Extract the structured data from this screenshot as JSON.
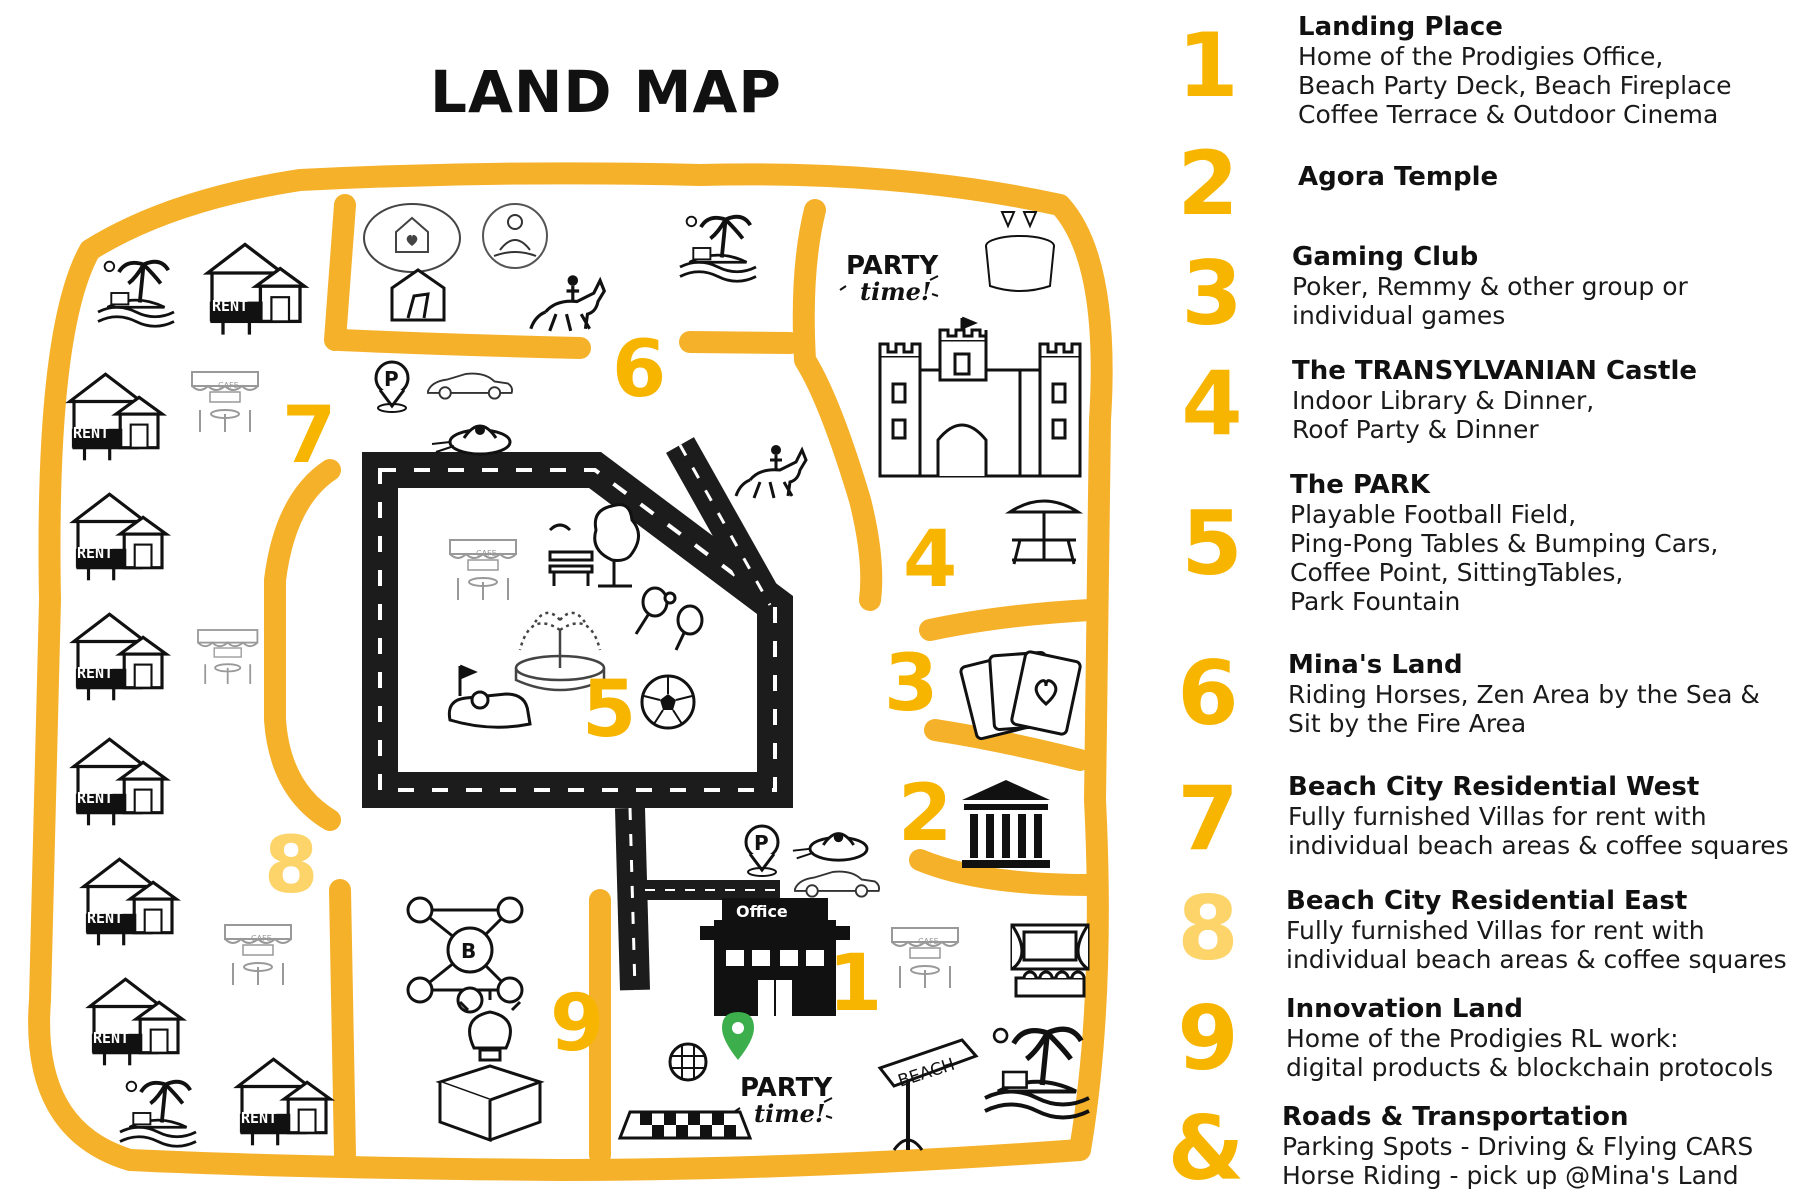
{
  "map_title": "LAND MAP",
  "colors": {
    "accent": "#f7b500",
    "accent_pale": "#fcd46a",
    "road": "#1c1c1c",
    "text": "#111111"
  },
  "map_labels": {
    "n1": "1",
    "n2": "2",
    "n3": "3",
    "n4": "4",
    "n5": "5",
    "n6": "6",
    "n7": "7",
    "n8": "8",
    "n9": "9"
  },
  "signs": {
    "rent": "RENT",
    "office": "Office",
    "cafe": "CAFE",
    "party_line1": "PARTY",
    "party_line2": "time!",
    "beach": "BEACH"
  },
  "icons": [
    "island-palm-icon",
    "rent-house-icon",
    "heart-house-thought-icon",
    "meditation-icon",
    "horse-rider-icon",
    "party-time-icon",
    "dinner-table-icon",
    "castle-icon",
    "parking-pin-icon",
    "car-icon",
    "flying-saucer-icon",
    "cafe-icon",
    "bench-icon",
    "tree-icon",
    "fountain-icon",
    "ping-pong-icon",
    "bumper-car-icon",
    "soccer-ball-icon",
    "picnic-table-icon",
    "playing-cards-icon",
    "temple-icon",
    "office-building-icon",
    "location-pin-icon",
    "blockchain-network-icon",
    "idea-box-icon",
    "disco-ball-icon",
    "beach-signpost-icon",
    "cinema-icon"
  ],
  "legend": [
    {
      "num": "1",
      "title": "Landing Place",
      "desc": "Home of the Prodigies Office,\nBeach Party Deck, Beach Fireplace\nCoffee Terrace &  Outdoor Cinema"
    },
    {
      "num": "2",
      "title": "Agora Temple",
      "desc": ""
    },
    {
      "num": "3",
      "title": "Gaming Club",
      "desc": "Poker, Remmy & other group or\nindividual games"
    },
    {
      "num": "4",
      "title": "The TRANSYLVANIAN Castle",
      "desc": "Indoor Library & Dinner,\nRoof Party & Dinner"
    },
    {
      "num": "5",
      "title": "The PARK",
      "desc": "Playable Football Field,\nPing-Pong Tables & Bumping Cars,\nCoffee Point,  SittingTables,\nPark Fountain"
    },
    {
      "num": "6",
      "title": "Mina's Land",
      "desc": "Riding Horses, Zen Area by the Sea &\nSit by the Fire Area"
    },
    {
      "num": "7",
      "title": "Beach City Residential West",
      "desc": "Fully furnished Villas for rent with\nindividual beach areas & coffee squares"
    },
    {
      "num": "8",
      "title": "Beach City Residential East",
      "desc": "Fully furnished Villas for rent with\nindividual beach areas & coffee squares"
    },
    {
      "num": "9",
      "title": "Innovation Land",
      "desc": "Home of the Prodigies RL work:\ndigital products & blockchain protocols"
    },
    {
      "num": "&",
      "title": "Roads & Transportation",
      "desc": "Parking Spots - Driving & Flying CARS\nHorse Riding - pick up @Mina's Land"
    }
  ]
}
